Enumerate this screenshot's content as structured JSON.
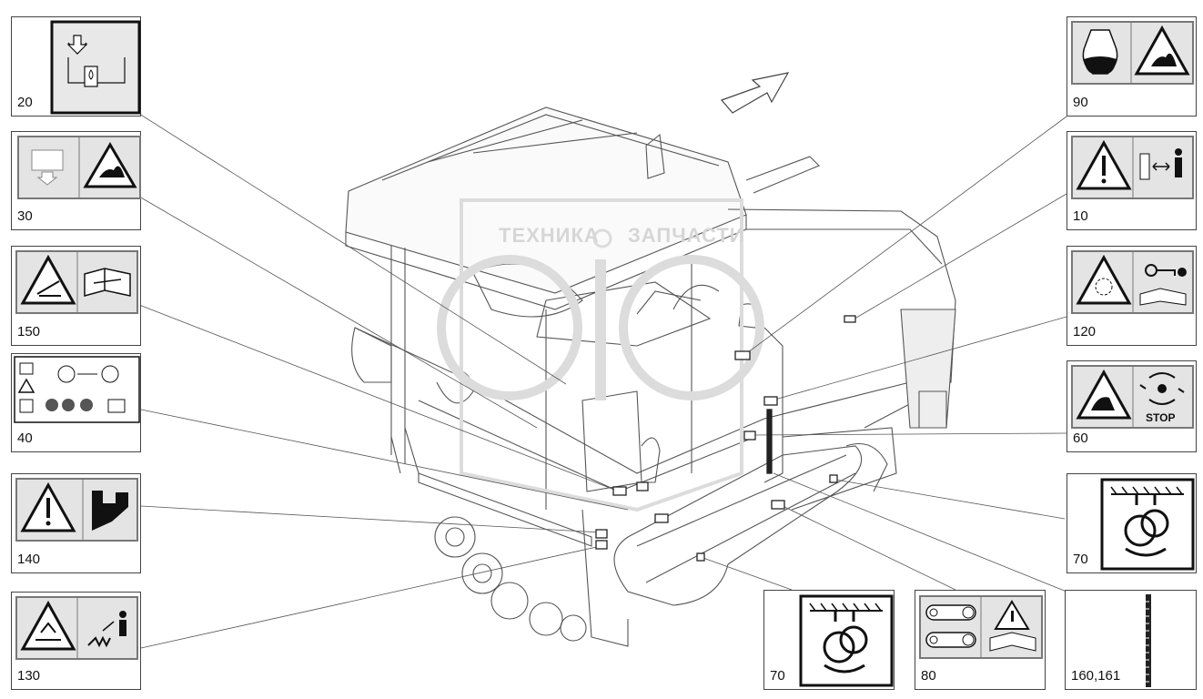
{
  "watermark": {
    "left": "ТЕХНИКА",
    "right": "ЗАПЧАСТИ"
  },
  "labels": [
    {
      "id": "20",
      "number": "20",
      "icon": "oil-fill-icon"
    },
    {
      "id": "30",
      "number": "30",
      "icon": "oil-drain-hot-surface-icon"
    },
    {
      "id": "150",
      "number": "150",
      "icon": "tow-warning-manual-icon"
    },
    {
      "id": "40",
      "number": "40",
      "icon": "battery-disconnect-icon"
    },
    {
      "id": "140",
      "number": "140",
      "icon": "crush-hand-warning-icon"
    },
    {
      "id": "130",
      "number": "130",
      "icon": "auger-danger-icon"
    },
    {
      "id": "90",
      "number": "90",
      "icon": "hydraulic-tank-hot-icon"
    },
    {
      "id": "10",
      "number": "10",
      "icon": "keep-distance-warning-icon"
    },
    {
      "id": "120",
      "number": "120",
      "icon": "stop-engine-key-icon"
    },
    {
      "id": "60",
      "number": "60",
      "icon": "rotating-parts-stop-icon"
    },
    {
      "id": "70r",
      "number": "70",
      "icon": "lifting-point-icon"
    },
    {
      "id": "70b",
      "number": "70",
      "icon": "lifting-point-icon"
    },
    {
      "id": "80",
      "number": "80",
      "icon": "chain-tension-manual-icon"
    },
    {
      "id": "160",
      "number": "160,161",
      "icon": "height-scale-icon"
    }
  ]
}
